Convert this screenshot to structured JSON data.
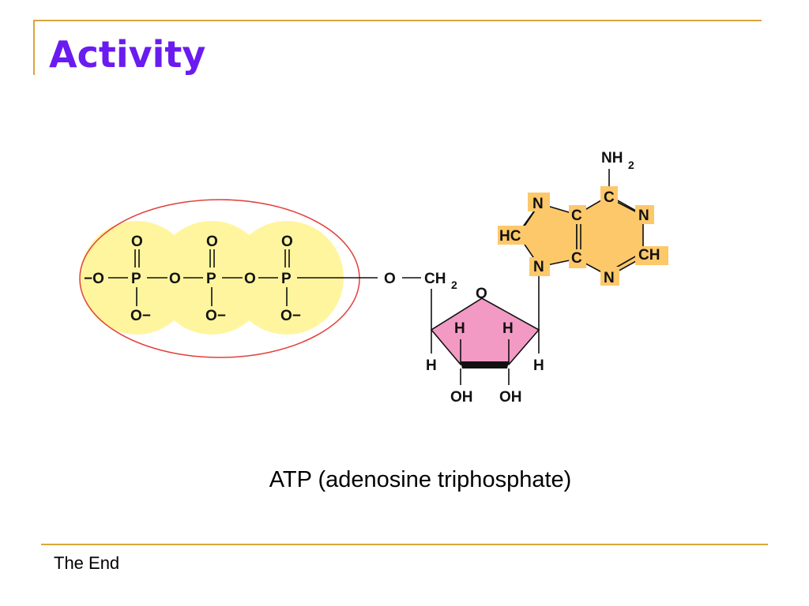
{
  "slide": {
    "title": "Activity",
    "caption": "ATP (adenosine triphosphate)",
    "footer": "The End"
  },
  "molecule": {
    "phosphate_group": {
      "o_top": "O",
      "p": "P",
      "o_bridge": "O",
      "o_minus": "O−",
      "o_minus_left": "−O"
    },
    "linker": {
      "o": "O",
      "ch2": "CH",
      "ch2_sub": "2"
    },
    "ribose": {
      "ring_o": "O",
      "h": "H",
      "oh": "OH"
    },
    "adenine": {
      "nh2": "NH",
      "nh2_sub": "2",
      "c": "C",
      "n": "N",
      "hc": "HC",
      "ch": "CH"
    }
  },
  "colors": {
    "title": "#6a1bf0",
    "accent_line": "#d9a63a",
    "phosphate_fill": "#fff59e",
    "highlight_ellipse": "#e2403c",
    "ribose_fill": "#f29ac4",
    "adenine_fill": "#fdc86a"
  }
}
